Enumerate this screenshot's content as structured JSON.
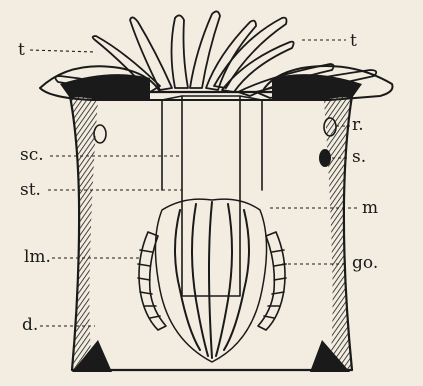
{
  "figure": {
    "labels": {
      "t_left": "t",
      "t_right": "t",
      "r": "r.",
      "sc": "sc.",
      "s": "s.",
      "st": "st.",
      "m": "m",
      "lm": "lm.",
      "go": "go.",
      "d": "d."
    },
    "colors": {
      "background": "#f2ede0",
      "ink": "#1a1a1a"
    }
  }
}
